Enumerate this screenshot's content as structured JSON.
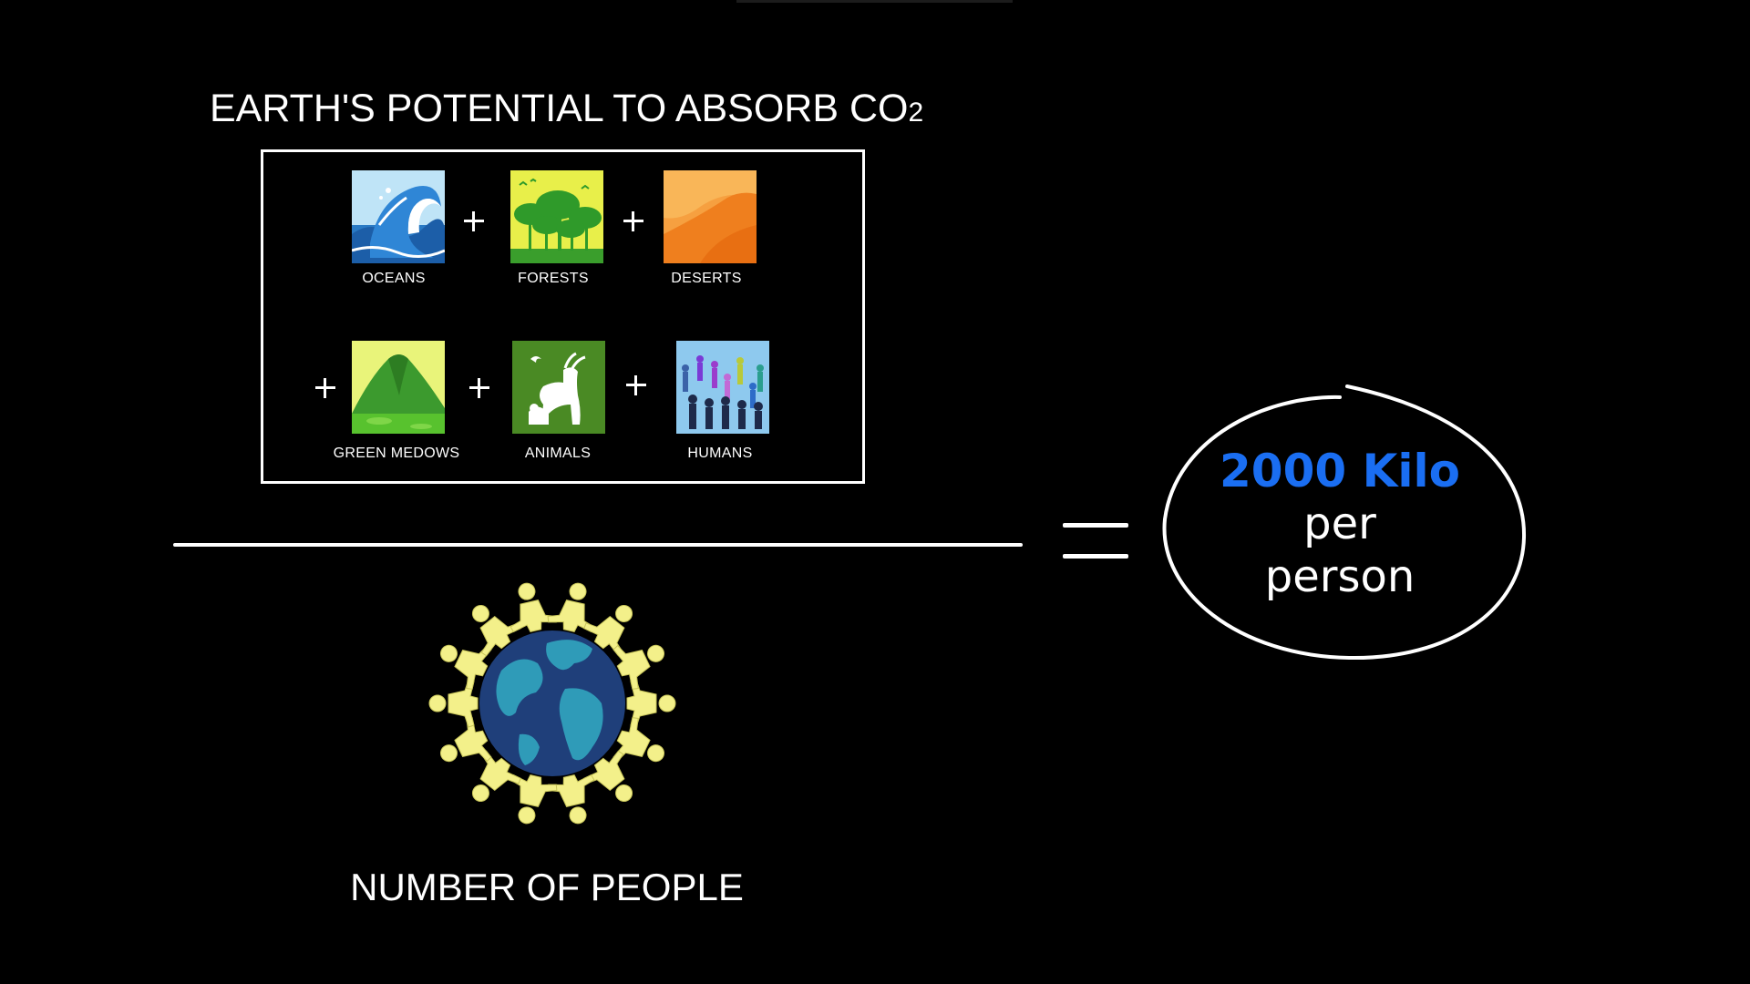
{
  "title": {
    "main": "EARTH'S POTENTIAL TO ABSORB CO",
    "subscript": "2"
  },
  "sinks": [
    {
      "label": "OCEANS",
      "icon": "ocean-wave-icon"
    },
    {
      "label": "FORESTS",
      "icon": "forest-icon"
    },
    {
      "label": "DESERTS",
      "icon": "desert-dune-icon"
    },
    {
      "label": "GREEN MEDOWS",
      "icon": "green-mountain-icon"
    },
    {
      "label": "ANIMALS",
      "icon": "animals-icon"
    },
    {
      "label": "HUMANS",
      "icon": "humans-crowd-icon"
    }
  ],
  "operator_plus": "+",
  "denominator": {
    "label": "NUMBER OF PEOPLE",
    "icon": "globe-people-icon"
  },
  "result": {
    "amount": "2000 Kilo",
    "unit_line1": "per",
    "unit_line2": "person",
    "accent_color": "#1a6ef2"
  }
}
